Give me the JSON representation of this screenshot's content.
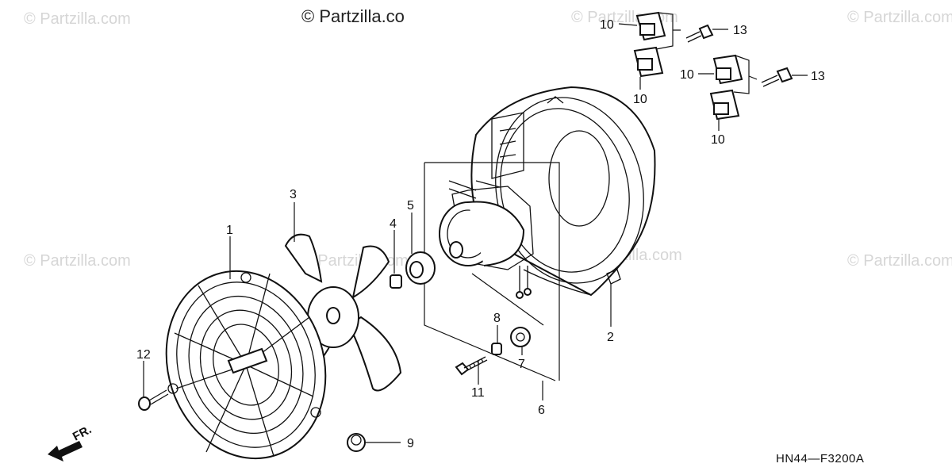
{
  "diagram": {
    "watermarks": [
      "© Partzilla.com",
      "© Partzilla.com",
      "© Partzilla.com",
      "© Partzilla.com",
      "© Partzilla.com",
      "© Partzilla.com",
      "© Partzilla.com"
    ],
    "top_watermark": "© Partzilla.co",
    "diagram_code": "HN44—F3200A",
    "direction_label": "FR.",
    "callouts": [
      "1",
      "2",
      "3",
      "4",
      "5",
      "6",
      "7",
      "8",
      "9",
      "10",
      "10",
      "10",
      "10",
      "11",
      "12",
      "13",
      "13"
    ]
  }
}
